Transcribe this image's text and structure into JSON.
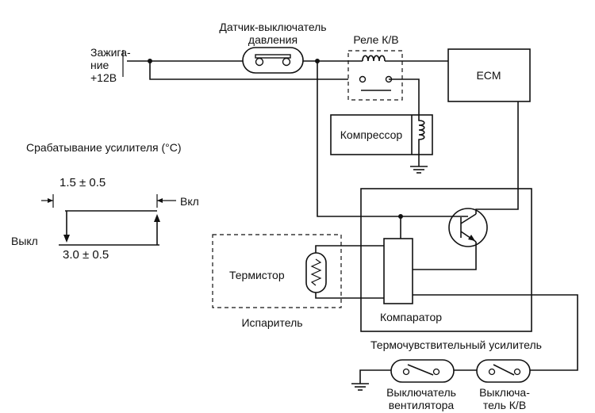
{
  "labels": {
    "ignition_line1": "Зажига-",
    "ignition_line2": "ние",
    "ignition_line3": "+12В",
    "pressure_switch_line1": "Датчик-выключатель",
    "pressure_switch_line2": "давления",
    "relay": "Реле К/В",
    "ecm": "ECM",
    "compressor": "Компрессор",
    "amp_trigger_title": "Срабатывание усилителя (°C)",
    "on_value": "1.5 ± 0.5",
    "off_value": "3.0 ± 0.5",
    "on_label": "Вкл",
    "off_label": "Выкл",
    "thermistor": "Термистор",
    "evaporator": "Испаритель",
    "comparator": "Компаратор",
    "thermo_amp": "Термочувствительный усилитель",
    "fan_switch_line1": "Выключатель",
    "fan_switch_line2": "вентилятора",
    "ac_switch_line1": "Выключа-",
    "ac_switch_line2": "тель К/В"
  }
}
